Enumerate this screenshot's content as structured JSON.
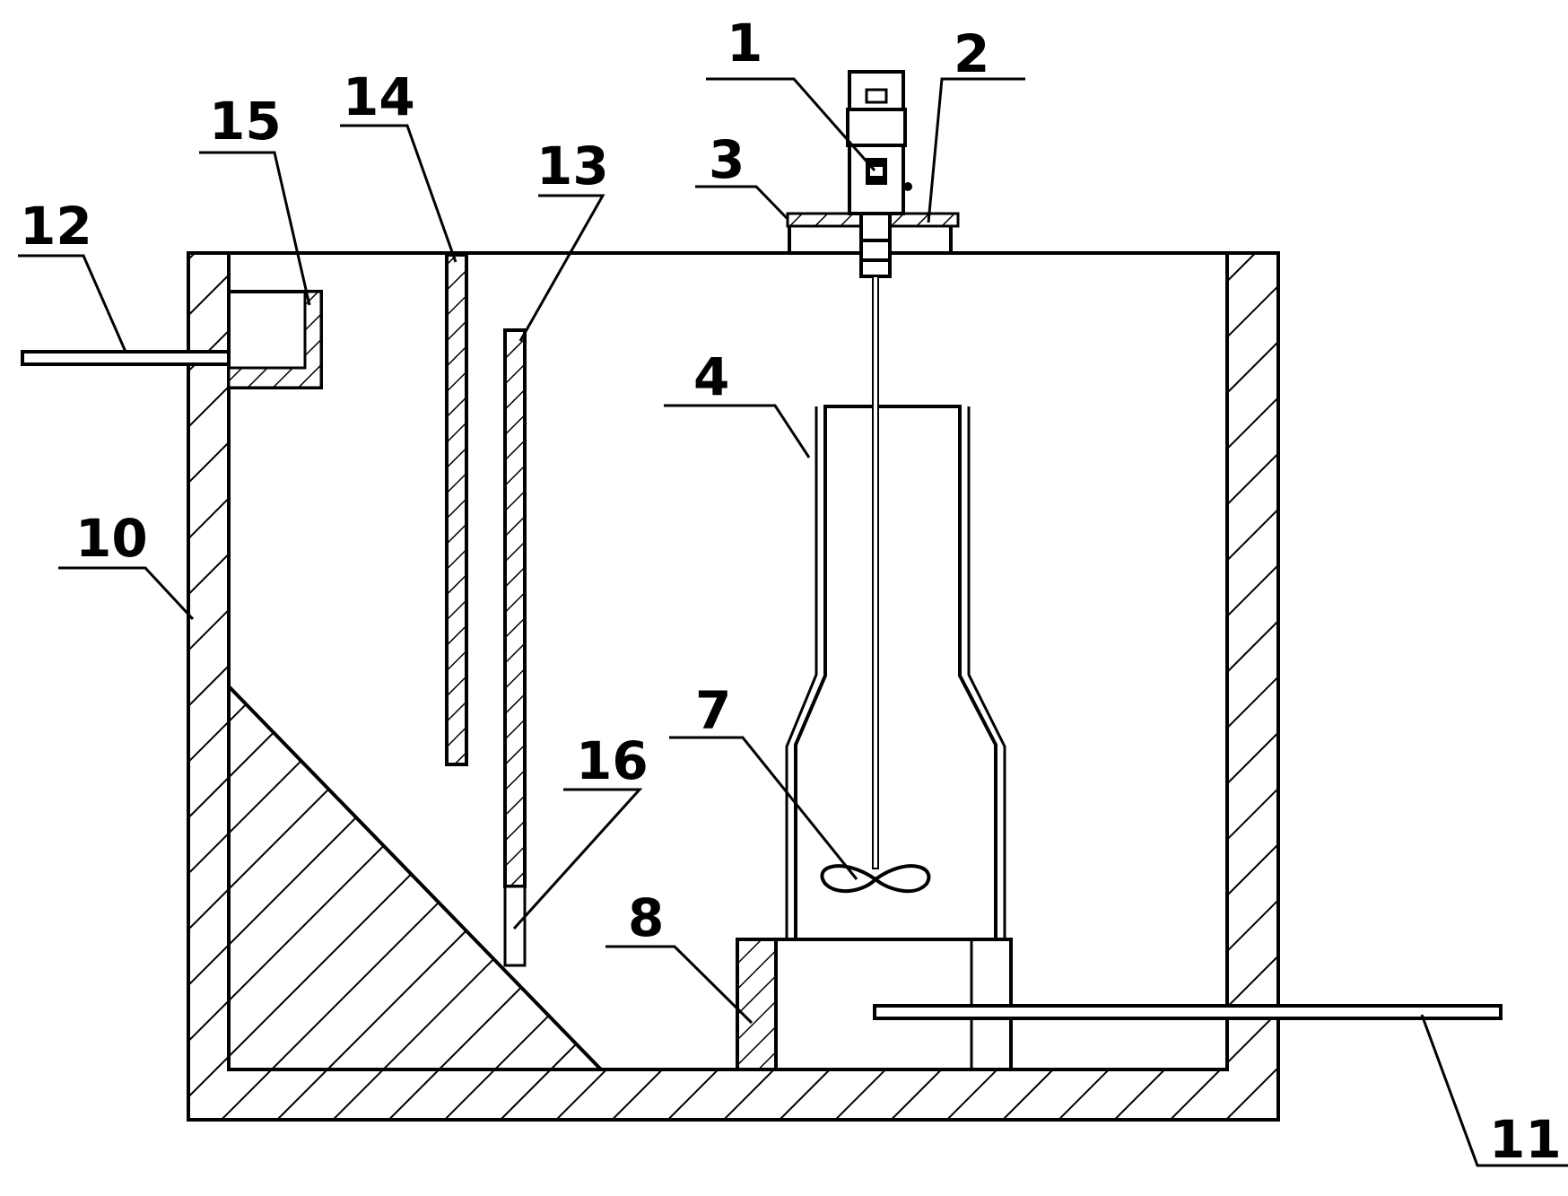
{
  "labels": {
    "l1": "1",
    "l2": "2",
    "l3": "3",
    "l4": "4",
    "l7": "7",
    "l8": "8",
    "l10": "10",
    "l11": "11",
    "l12": "12",
    "l13": "13",
    "l14": "14",
    "l15": "15",
    "l16": "16"
  }
}
